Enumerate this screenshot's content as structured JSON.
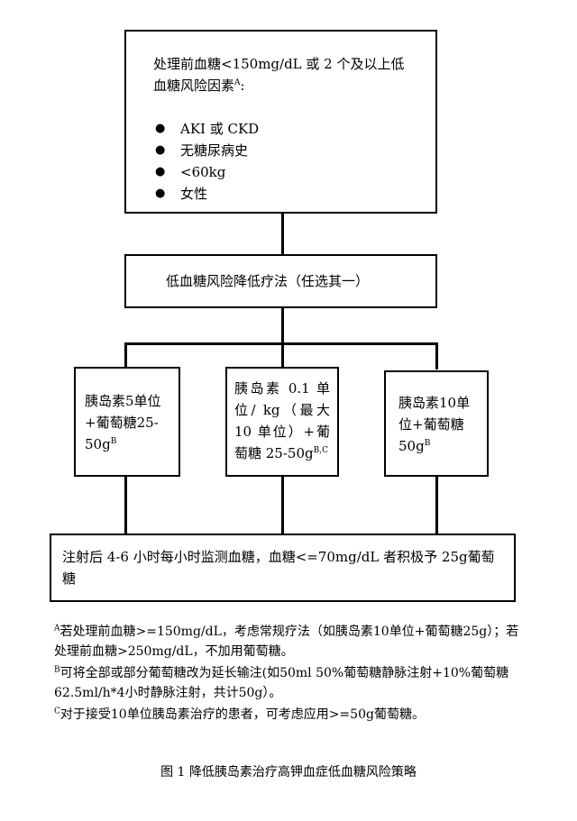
{
  "top_box": {
    "title": "处理前血糖<150mg/dL 或 2 个及以上低血糖风险因素",
    "title_sup": "A",
    "title_suffix": ":",
    "bullets": [
      "AKI 或 CKD",
      "无糖尿病史",
      "<60kg",
      "女性"
    ]
  },
  "strategy_box": {
    "label": "低血糖风险降低疗法（任选其一）"
  },
  "options": [
    {
      "text": "胰岛素5单位+葡萄糖25-50g",
      "sup": "B"
    },
    {
      "text": "胰岛素 0.1 单位/ kg（最大10 单位）+葡萄糖 25-50g",
      "sup": "B,C"
    },
    {
      "text": "胰岛素10单位+葡萄糖50g",
      "sup": "B"
    }
  ],
  "bottom_box": {
    "text": "注射后 4-6 小时每小时监测血糖，血糖<=70mg/dL 者积极予 25g葡萄糖"
  },
  "notes": [
    {
      "mark": "A",
      "text": "若处理前血糖>=150mg/dL，考虑常规疗法（如胰岛素10单位+葡萄糖25g）；若处理前血糖>250mg/dL，不加用葡萄糖。"
    },
    {
      "mark": "B",
      "text": "可将全部或部分葡萄糖改为延长输注(如50ml 50%葡萄糖静脉注射+10%葡萄糖62.5ml/h*4小时静脉注射，共计50g）。"
    },
    {
      "mark": "C",
      "text": "对于接受10单位胰岛素治疗的患者，可考虑应用>=50g葡萄糖。"
    }
  ],
  "caption": "图 1 降低胰岛素治疗高钾血症低血糖风险策略"
}
